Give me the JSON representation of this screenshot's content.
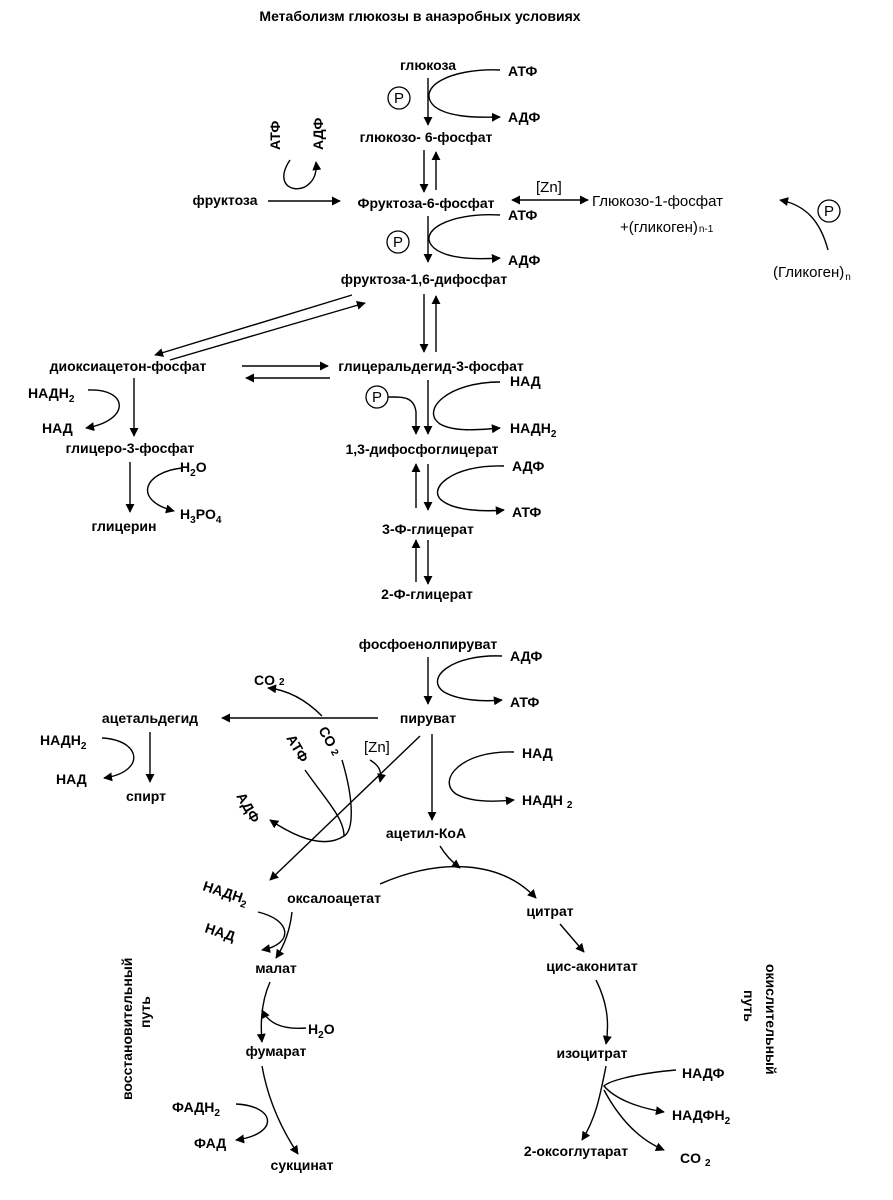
{
  "title": "Метаболизм глюкозы в анаэробных условиях",
  "phosphate": "P",
  "nodes": {
    "glucose": "глюкоза",
    "g6p": "глюкозо- 6-фосфат",
    "fructose": "фруктоза",
    "f6p": "Фруктоза-6-фосфат",
    "g1p": "Глюкозо-1-фосфат",
    "glycogen_n1": "+(гликоген)",
    "glycogen_n1_sub": "n-1",
    "glycogen_n": "(Гликоген)",
    "glycogen_n_sub": "n",
    "f16bp": "фруктоза-1,6-дифосфат",
    "dhap": "диоксиацетон-фосфат",
    "gap": "глицеральдегид-3-фосфат",
    "glycerol3p": "глицеро-3-фосфат",
    "glycerol": "глицерин",
    "bpg13": "1,3-дифосфоглицерат",
    "pg3": "3-Ф-глицерат",
    "pg2": "2-Ф-глицерат",
    "pep": "фосфоенолпируват",
    "pyruvate": "пируват",
    "acetaldehyde": "ацетальдегид",
    "ethanol": "спирт",
    "acetylcoa": "ацетил-КоА",
    "oxaloacetate": "оксалоацетат",
    "citrate": "цитрат",
    "cisaconitate": "цис-аконитат",
    "isocitrate": "изоцитрат",
    "oxoglutarate": "2-оксоглутарат",
    "malate": "малат",
    "fumarate": "фумарат",
    "succinate": "сукцинат"
  },
  "cofactors": {
    "atp": "АТФ",
    "adp": "АДФ",
    "nad": "НАД",
    "nadh": "НАДН",
    "nadh_sub": "2",
    "nadp": "НАДФ",
    "nadph": "НАДФН",
    "nadph_sub": "2",
    "fad": "ФАД",
    "fadh": "ФАДН",
    "fadh_sub": "2",
    "co2": "CO",
    "co2_sub": "2",
    "water": "H",
    "water_sub": "2",
    "water_o": "O",
    "h3po4_h": "H",
    "h3po4_sub1": "3",
    "h3po4_po": "PO",
    "h3po4_sub2": "4",
    "zn": "[Zn]",
    "zn_top": "[Zn]"
  },
  "pathways": {
    "reductive": "восстановительный",
    "reductive2": "путь",
    "oxidative": "окислительный",
    "oxidative2": "путь"
  }
}
